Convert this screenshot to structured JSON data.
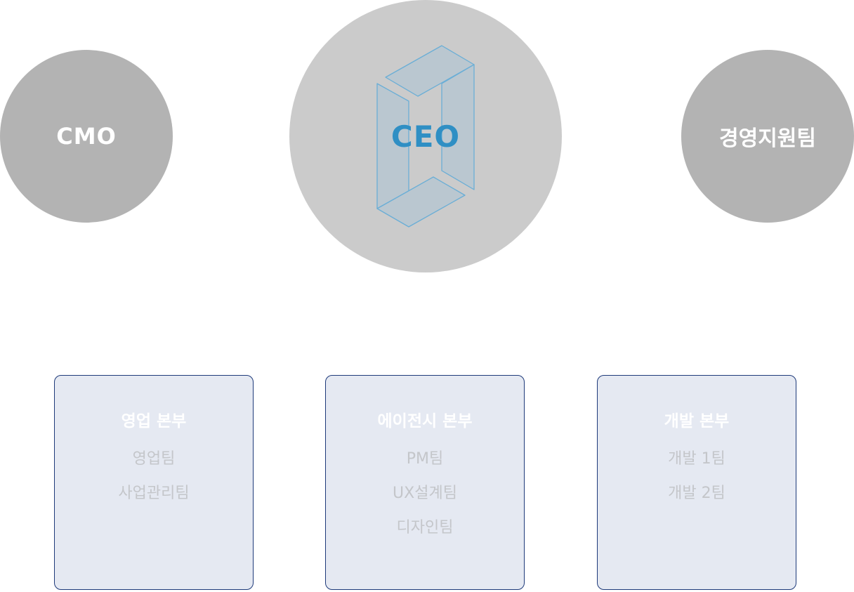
{
  "circles": {
    "cmo": {
      "label": "CMO"
    },
    "ceo": {
      "label": "CEO"
    },
    "management": {
      "label": "경영지원팀"
    }
  },
  "divisions": {
    "sales": {
      "title": "영업 본부",
      "teams": [
        "영업팀",
        "사업관리팀"
      ]
    },
    "agency": {
      "title": "에이전시 본부",
      "teams": [
        "PM팀",
        "UX설계팀",
        "디자인팀"
      ]
    },
    "dev": {
      "title": "개발 본부",
      "teams": [
        "개발 1팀",
        "개발 2팀"
      ]
    }
  },
  "colors": {
    "side_circle": "#b3b3b3",
    "ceo_circle": "#cbcbcb",
    "ceo_text": "#2f8fc4",
    "logo_line": "#6aaed6",
    "box_fill": "#e5e9f2",
    "box_border": "#1e3a7a",
    "team_text": "#c4c6ca"
  },
  "icons": {
    "ceo_logo": "isometric-bracket-logo"
  }
}
